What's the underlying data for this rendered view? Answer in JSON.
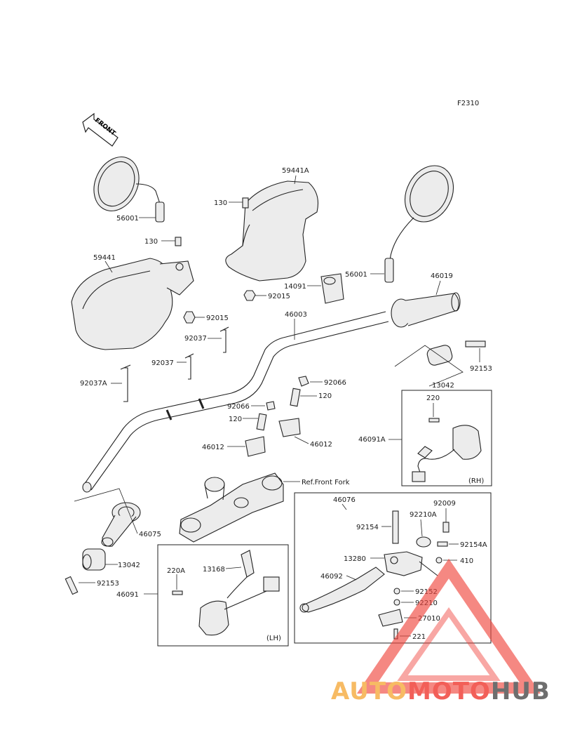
{
  "diagram": {
    "code": "F2310",
    "front_arrow_label": "FRONT",
    "ref_label": "Ref.Front Fork",
    "box_rh_label": "(RH)",
    "box_lh_label": "(LH)",
    "callouts": {
      "c59441A": "59441A",
      "c130_top": "130",
      "c56001_left": "56001",
      "c130_left": "130",
      "c59441": "59441",
      "c92015_upper": "92015",
      "c14091": "14091",
      "c56001_right": "56001",
      "c46019": "46019",
      "c46003": "46003",
      "c92015_lower": "92015",
      "c92037_a": "92037",
      "c92037_b": "92037",
      "c92037A": "92037A",
      "c92153_right": "92153",
      "c13042_right": "13042",
      "c92066_right": "92066",
      "c120_right": "120",
      "c92066_left": "92066",
      "c120_left": "120",
      "c46012_left": "46012",
      "c46012_right": "46012",
      "c220": "220",
      "c46091A": "46091A",
      "c46076": "46076",
      "c92009": "92009",
      "c92210A": "92210A",
      "c92154": "92154",
      "c92154A": "92154A",
      "c13280": "13280",
      "c410": "410",
      "c46092": "46092",
      "c92152": "92152",
      "c92210": "92210",
      "c27010": "27010",
      "c221": "221",
      "c46075": "46075",
      "c13042_left": "13042",
      "c92153_left": "92153",
      "c220A": "220A",
      "c13168": "13168",
      "c46091": "46091"
    }
  },
  "watermark": {
    "part1": "AUTO",
    "part2": "MOTO",
    "part3": "HUB",
    "color_auto": "#f6b04a",
    "color_moto": "#f0443c",
    "color_hub": "#555555"
  }
}
